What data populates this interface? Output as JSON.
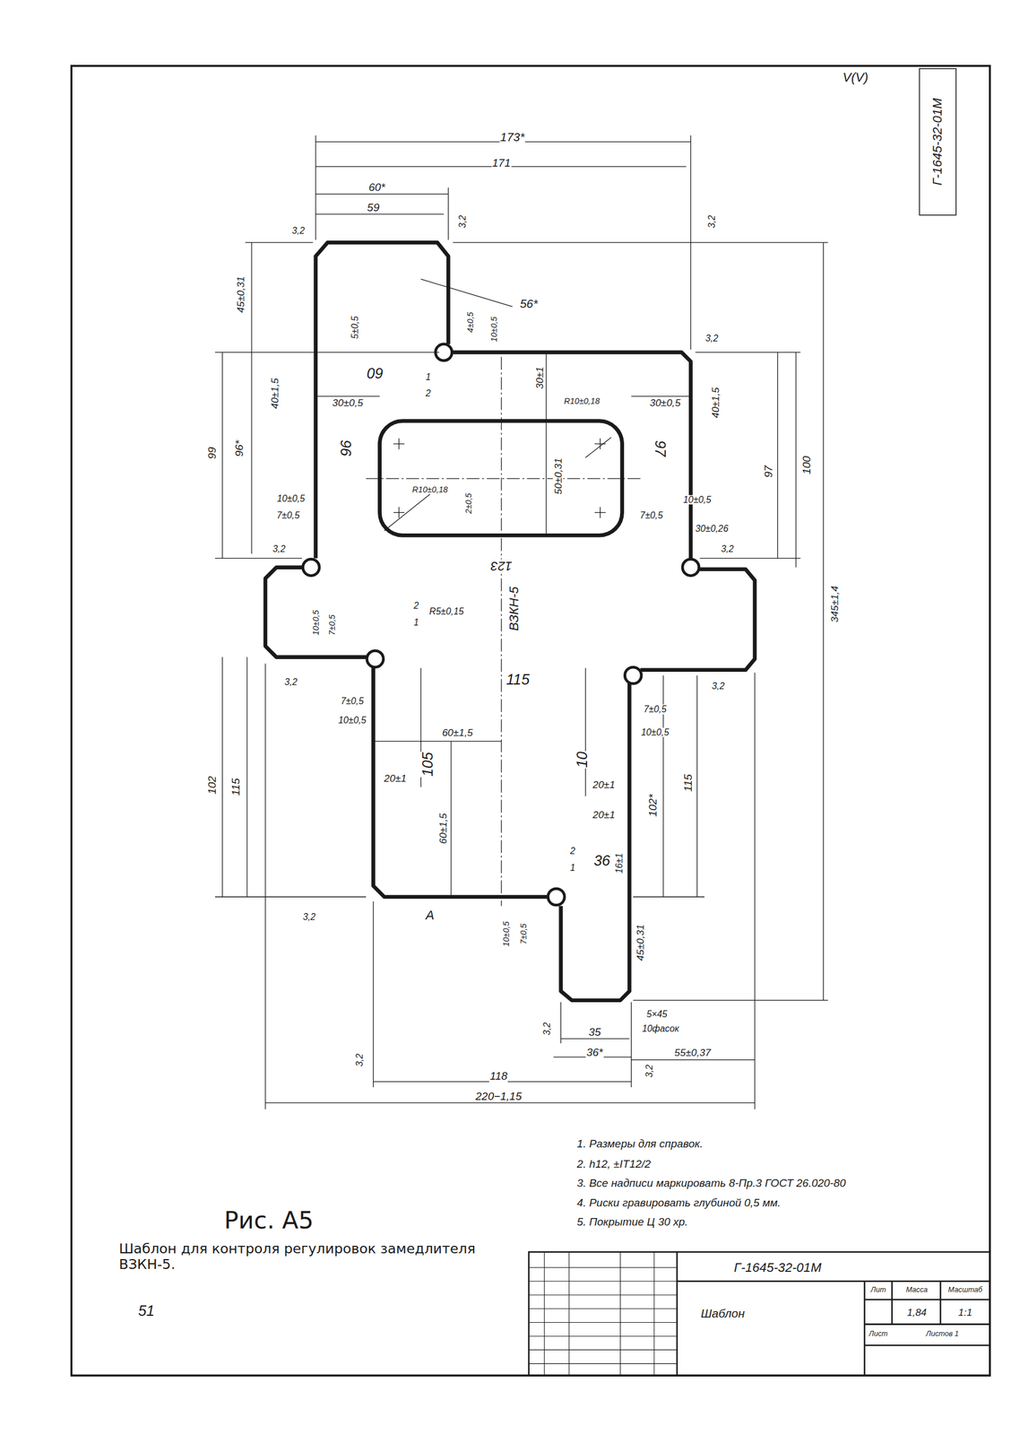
{
  "diagram": {
    "title": "Рис. А5",
    "caption": "Шаблон для контроля регулировок замедлителя ВЗКН-5.",
    "labels": [
      "V(V)",
      "Г-1645-32-01М",
      "173*",
      "171",
      "60*",
      "59",
      "3,2",
      "3,2",
      "3,2",
      "56*",
      "45±0,31",
      "5±0,5",
      "4±0,5",
      "10±0,5",
      "60",
      "1",
      "2",
      "30±1",
      "3,2",
      "30±0,5",
      "30±0,5",
      "40±1,5",
      "40±1,5",
      "99",
      "96*",
      "96",
      "97",
      "97",
      "100",
      "R10±0,18",
      "R10±0,18",
      "50±0,31",
      "2±0,5",
      "10±0,5",
      "7±0,5",
      "7±0,5",
      "10±0,5",
      "30±0,26",
      "3,2",
      "3,2",
      "123",
      "ВЗКН-5",
      "345±1,4",
      "R5±0,15",
      "2",
      "1",
      "10±0,5",
      "7±0,5",
      "3,2",
      "3,2",
      "115",
      "7±0,5",
      "10±0,5",
      "7±0,5",
      "10±0,5",
      "60±1,5",
      "105",
      "10",
      "20±1",
      "20±1",
      "20±1",
      "60±1,5",
      "102",
      "115",
      "102*",
      "115",
      "36",
      "2",
      "1",
      "16±1",
      "3,2",
      "А",
      "10±0,5",
      "7±0,5",
      "45±0,31",
      "5×45",
      "10фасок",
      "3,2",
      "35",
      "36*",
      "55±0,37",
      "3,2",
      "3,2",
      "118",
      "220−1,15",
      "1. Размеры для справок.",
      "2. h12, ±IT12/2",
      "3. Все надписи маркировать 8-Пр.3 ГОСТ 26.020-80",
      "4. Риски гравировать глубиной 0,5 мм.",
      "5. Покрытие Ц 30 хр.",
      "51",
      "Г-1645-32-01М",
      "Шаблон",
      "Лит",
      "Масса",
      "Масштаб",
      "1,84",
      "1:1",
      "Лист",
      "Листов 1"
    ]
  }
}
